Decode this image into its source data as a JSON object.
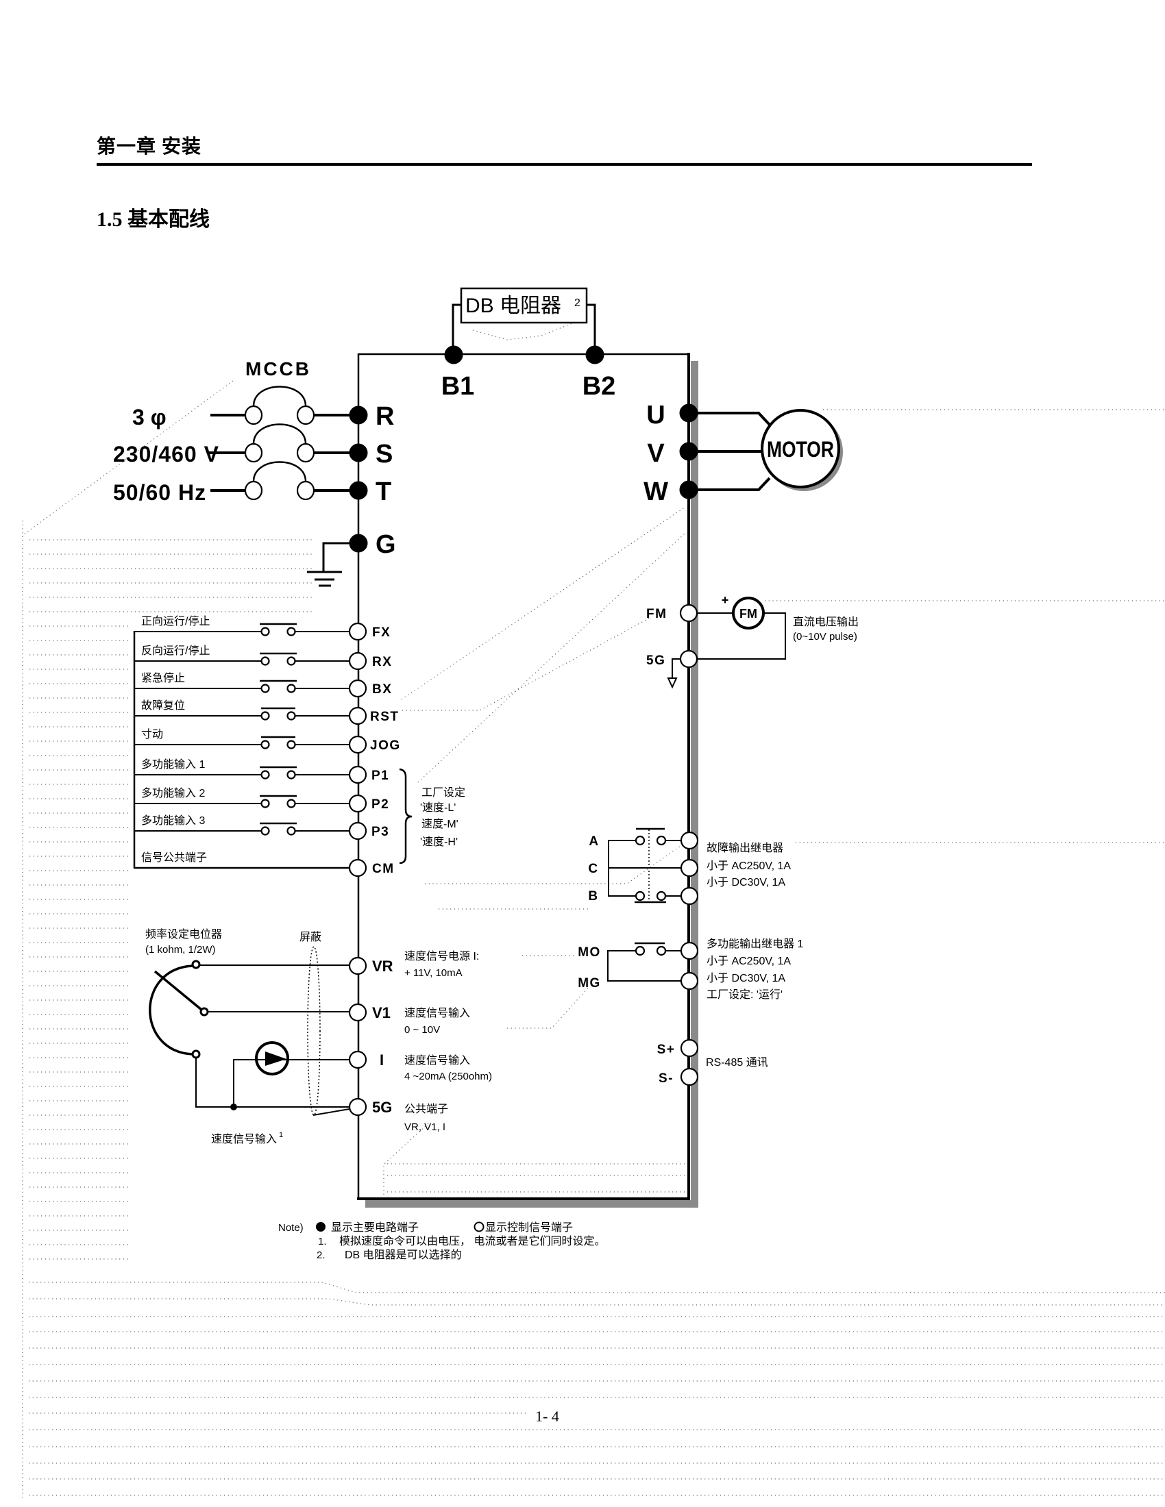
{
  "header": {
    "chapter_title": "第一章  安装"
  },
  "section": {
    "title": "1.5  基本配线"
  },
  "diagram": {
    "db_resistor": {
      "label": "DB 电阻器",
      "footnote_ref": "2"
    },
    "dc_bus_terminals": {
      "b1": "B1",
      "b2": "B2"
    },
    "mccb_label": "MCCB",
    "power_supply": {
      "phase": "3 φ",
      "voltage": "230/460 V",
      "frequency": "50/60 Hz"
    },
    "main_input_terminals": {
      "r": "R",
      "s": "S",
      "t": "T",
      "g": "G"
    },
    "output_terminals": {
      "u": "U",
      "v": "V",
      "w": "W"
    },
    "motor_label": "MOTOR",
    "control_inputs": [
      {
        "terminal": "FX",
        "label": "正向运行/停止"
      },
      {
        "terminal": "RX",
        "label": "反向运行/停止"
      },
      {
        "terminal": "BX",
        "label": "紧急停止"
      },
      {
        "terminal": "RST",
        "label": "故障复位"
      },
      {
        "terminal": "JOG",
        "label": "寸动"
      },
      {
        "terminal": "P1",
        "label": "多功能输入 1"
      },
      {
        "terminal": "P2",
        "label": "多功能输入 2"
      },
      {
        "terminal": "P3",
        "label": "多功能输入 3"
      },
      {
        "terminal": "CM",
        "label": "信号公共端子"
      }
    ],
    "factory_setting": {
      "title": "工厂设定",
      "values": [
        "'速度-L'",
        "速度-M'",
        "'速度-H'"
      ]
    },
    "frequency_meter": {
      "terminal": "FM",
      "common_terminal": "5G",
      "meter_label": "FM",
      "polarity": "+",
      "description": "直流电压输出",
      "range": "(0~10V pulse)"
    },
    "fault_relay": {
      "terminals": {
        "a": "A",
        "c": "C",
        "b": "B"
      },
      "title": "故障输出继电器",
      "rating_ac": "小于  AC250V, 1A",
      "rating_dc": "小于  DC30V, 1A"
    },
    "multi_function_relay": {
      "terminals": {
        "mo": "MO",
        "mg": "MG"
      },
      "title": "多功能输出继电器 1",
      "rating_ac": "小于  AC250V, 1A",
      "rating_dc": "小于  DC30V, 1A",
      "factory_setting": "工厂设定: '运行'"
    },
    "rs485": {
      "terminals": {
        "plus": "S+",
        "minus": "S-"
      },
      "label": "RS-485  通讯"
    },
    "analog_inputs": {
      "potentiometer_label": "频率设定电位器",
      "potentiometer_spec": "(1 kohm, 1/2W)",
      "shield_label": "屏蔽",
      "speed_input_label": "速度信号输入",
      "speed_input_footnote_ref": "1",
      "terminals": [
        {
          "terminal": "VR",
          "desc": "速度信号电源 I:",
          "spec": "+  11V,  10mA"
        },
        {
          "terminal": "V1",
          "desc": "速度信号输入",
          "spec": "0 ~ 10V"
        },
        {
          "terminal": "I",
          "desc": "速度信号输入",
          "spec": "4 ~20mA (250ohm)"
        },
        {
          "terminal": "5G",
          "desc": "公共端子",
          "spec": "VR, V1, I"
        }
      ]
    }
  },
  "notes": {
    "prefix": "Note)",
    "legend_main": "显示主要电路端子",
    "legend_control": "显示控制信号端子",
    "items": [
      {
        "num": "1.",
        "text": "模拟速度命令可以由电压，  电流或者是它们同时设定。"
      },
      {
        "num": "2.",
        "text": "DB  电阻器是可以选择的"
      }
    ]
  },
  "page_number": "1- 4"
}
